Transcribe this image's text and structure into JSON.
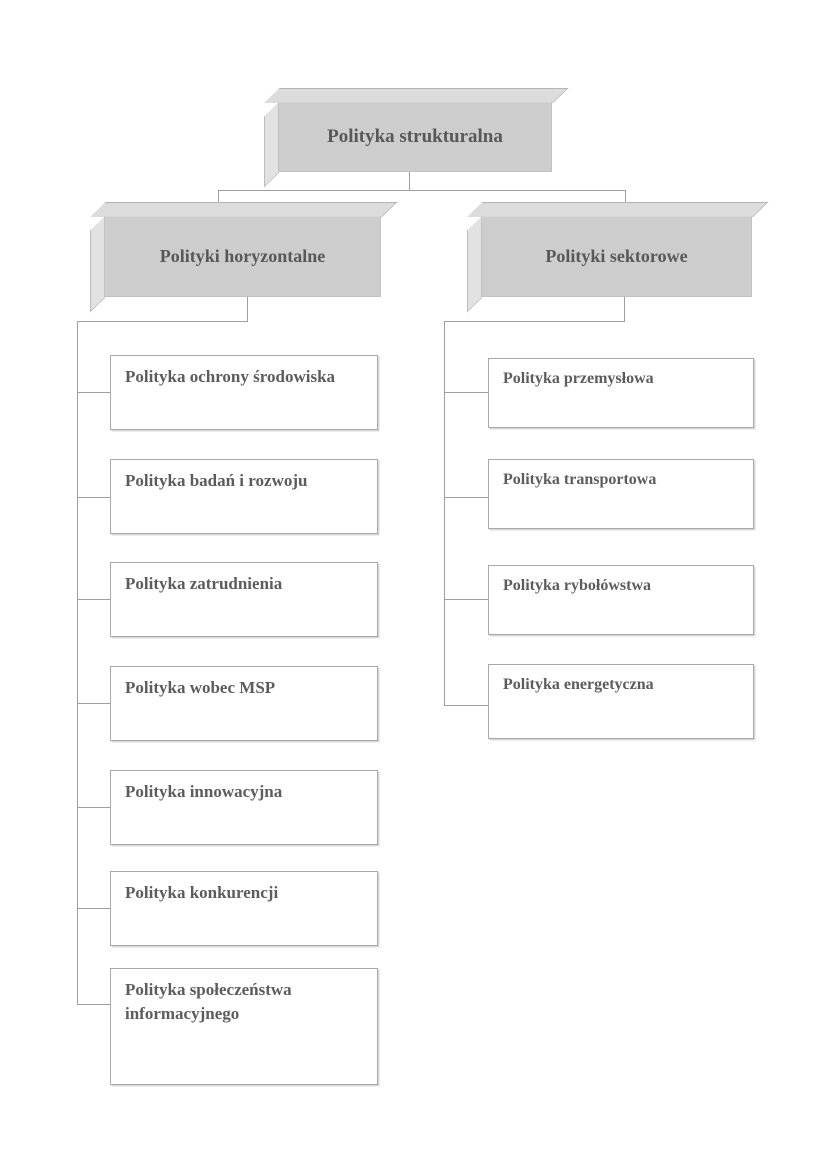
{
  "diagram": {
    "title": "Polityka strukturalna",
    "type": "organizational-tree",
    "language": "pl",
    "colors": {
      "parent_box_fill": "#cdcdcd",
      "parent_box_top_face": "#dcdcdc",
      "parent_box_side_face": "#e2e2e2",
      "leaf_box_fill": "#ffffff",
      "leaf_box_border": "#a9a9a9",
      "connector": "#9f9f9f",
      "text": "#5c5c5c",
      "background": "#ffffff"
    },
    "root": {
      "label": "Polityka strukturalna"
    },
    "branches": [
      {
        "label": "Polityki horyzontalne",
        "children": [
          {
            "label": "Polityka ochrony środowiska"
          },
          {
            "label": "Polityka badań i rozwoju"
          },
          {
            "label": "Polityka zatrudnienia"
          },
          {
            "label": "Polityka wobec MSP"
          },
          {
            "label": "Polityka innowacyjna"
          },
          {
            "label": "Polityka konkurencji"
          },
          {
            "label": "Polityka społeczeństwa informacyjnego"
          }
        ]
      },
      {
        "label": "Polityki sektorowe",
        "children": [
          {
            "label": "Polityka przemysłowa"
          },
          {
            "label": "Polityka transportowa"
          },
          {
            "label": "Polityka rybołówstwa"
          },
          {
            "label": "Polityka energetyczna"
          }
        ]
      }
    ]
  }
}
